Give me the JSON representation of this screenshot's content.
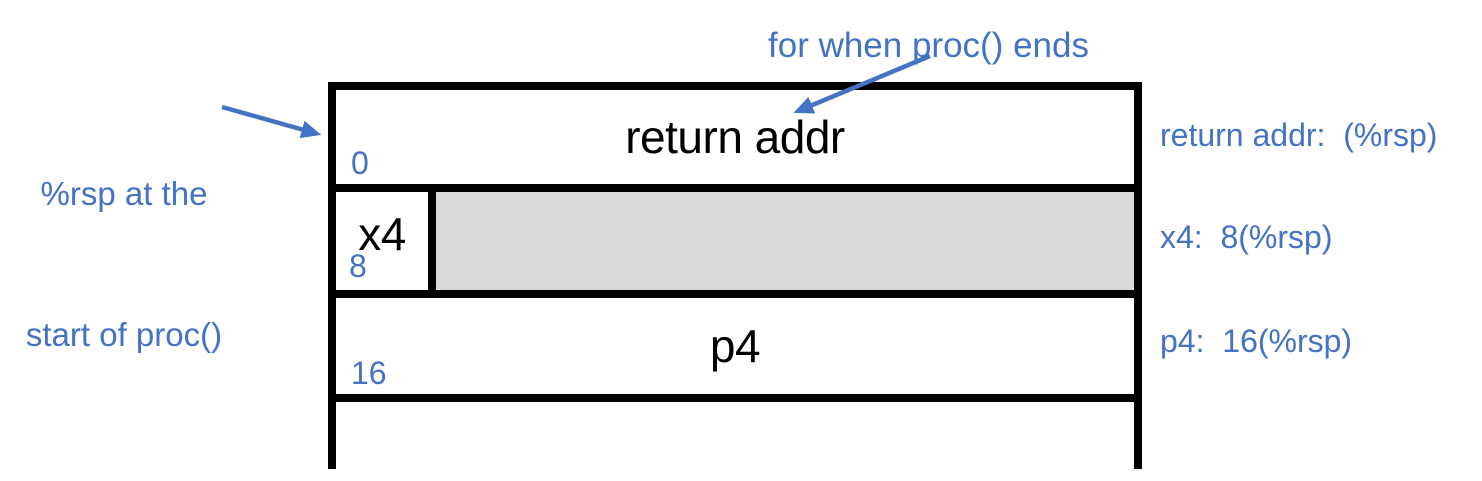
{
  "annotations": {
    "rsp_start": {
      "line1": "%rsp at the",
      "line2": "start of proc()"
    },
    "return_use": "for when proc() ends"
  },
  "stack": {
    "rows": [
      {
        "label": "return addr",
        "offset": "0"
      },
      {
        "label": "x4",
        "offset": "8",
        "shaded_rest": true
      },
      {
        "label": "p4",
        "offset": "16"
      },
      {
        "label": "",
        "offset": ""
      }
    ]
  },
  "addressing": [
    "return addr:  (%rsp)",
    "x4:  8(%rsp)",
    "p4:  16(%rsp)"
  ],
  "colors": {
    "accent_blue": "#4472C4",
    "shaded_gray": "#D9D9D9",
    "border_black": "#000000"
  }
}
